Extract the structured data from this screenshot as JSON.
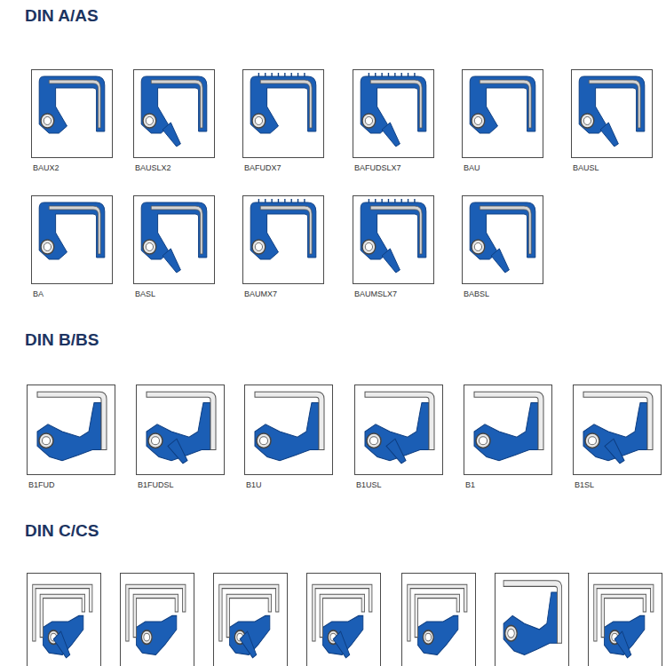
{
  "diagram": {
    "nodes": [
      {
        "text": [
          "BAUX2"
        ]
      },
      {
        "text": [
          "BAUSLX2"
        ]
      },
      {
        "text": [
          "BAFUDX7"
        ]
      },
      {
        "text": [
          "BAFUDSLX7"
        ]
      },
      {
        "text": [
          "BAU"
        ]
      },
      {
        "text": [
          "BAUSL"
        ]
      },
      {
        "text": [
          "BA"
        ]
      },
      {
        "text": [
          "BASL"
        ]
      },
      {
        "text": [
          "BAUMX7"
        ]
      },
      {
        "text": [
          "BAUMSLX7"
        ]
      },
      {
        "text": [
          "BABSL"
        ]
      },
      {
        "text": [
          "B1FUD"
        ]
      },
      {
        "text": [
          "B1FUDSL"
        ]
      },
      {
        "text": [
          "B1U"
        ]
      },
      {
        "text": [
          "B1USL"
        ]
      },
      {
        "text": [
          "B1"
        ]
      },
      {
        "text": [
          "B1SL"
        ]
      }
    ],
    "labels": [
      "DIN A/AS",
      "DIN B/BS",
      "DIN C/CS"
    ]
  }
}
